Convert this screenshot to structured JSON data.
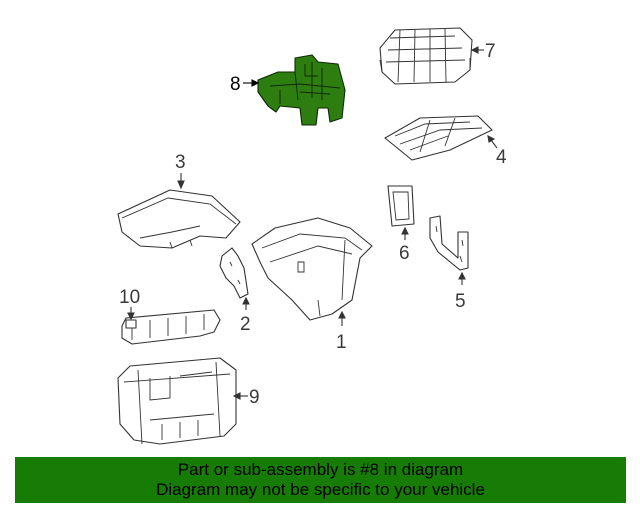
{
  "diagram": {
    "highlight_color": "#2e7d10",
    "callouts": [
      {
        "id": "1",
        "label": "1"
      },
      {
        "id": "2",
        "label": "2"
      },
      {
        "id": "3",
        "label": "3"
      },
      {
        "id": "4",
        "label": "4"
      },
      {
        "id": "5",
        "label": "5"
      },
      {
        "id": "6",
        "label": "6"
      },
      {
        "id": "7",
        "label": "7"
      },
      {
        "id": "8",
        "label": "8",
        "highlighted": true
      },
      {
        "id": "9",
        "label": "9"
      },
      {
        "id": "10",
        "label": "10"
      }
    ]
  },
  "footer": {
    "line1": "Part or sub-assembly is #8 in diagram",
    "line2": "Diagram may not be specific to your vehicle",
    "background": "#167c05"
  }
}
